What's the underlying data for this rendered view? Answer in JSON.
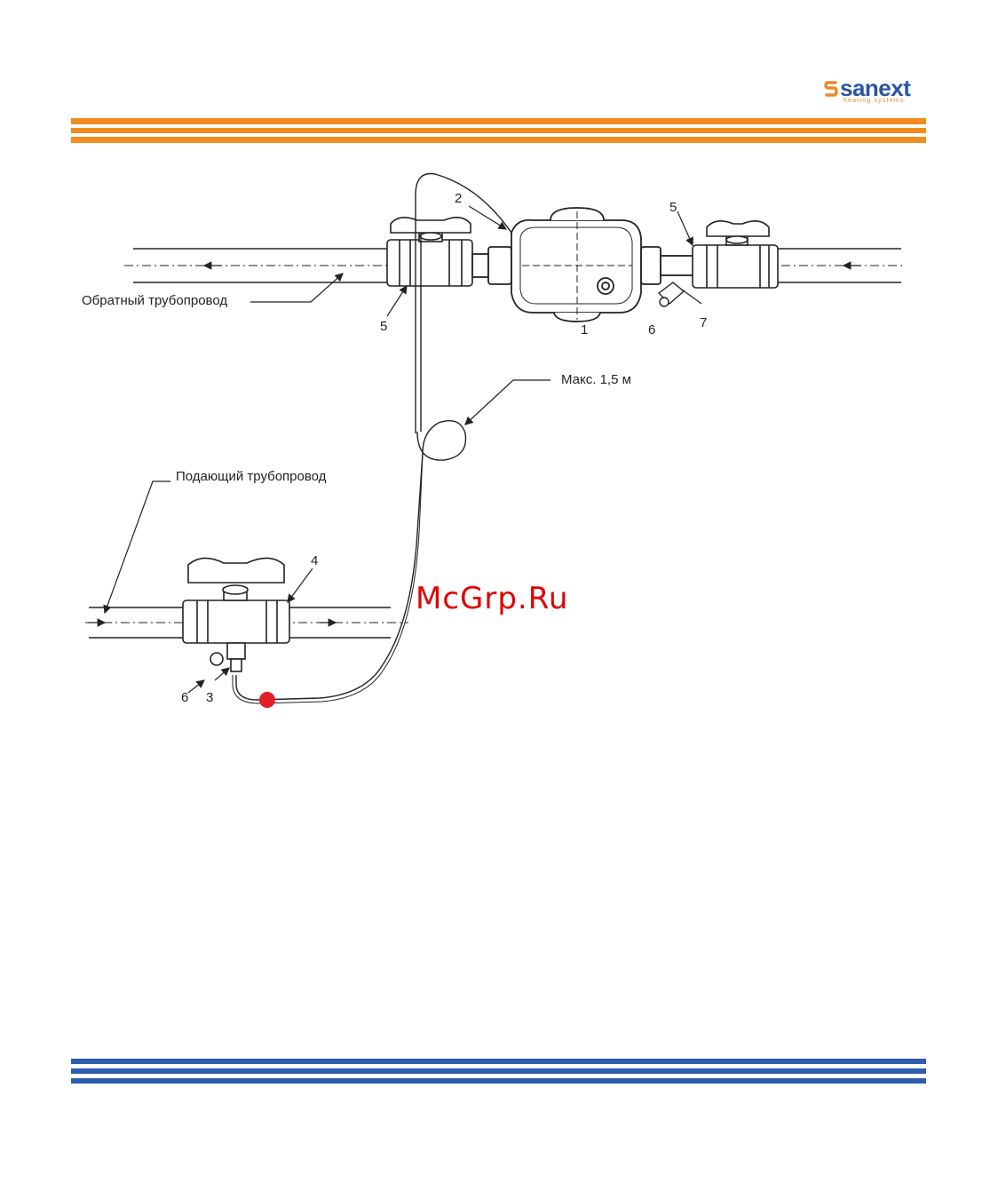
{
  "brand": {
    "name": "sanext",
    "tagline": "heating systems",
    "primary_color": "#2a55a4",
    "accent_color": "#e8892a"
  },
  "diagram": {
    "labels": {
      "return_pipe": "Обратный трубопровод",
      "supply_pipe": "Подающий трубопровод",
      "max_length": "Макс. 1,5 м"
    },
    "callouts": [
      "1",
      "2",
      "3",
      "4",
      "5",
      "5",
      "6",
      "6",
      "7"
    ]
  },
  "watermark": "McGrp.Ru",
  "colors": {
    "top_stripes": "#f28c1e",
    "bottom_stripes": "#2e5cb0",
    "connection_dot": "#e0202a"
  }
}
